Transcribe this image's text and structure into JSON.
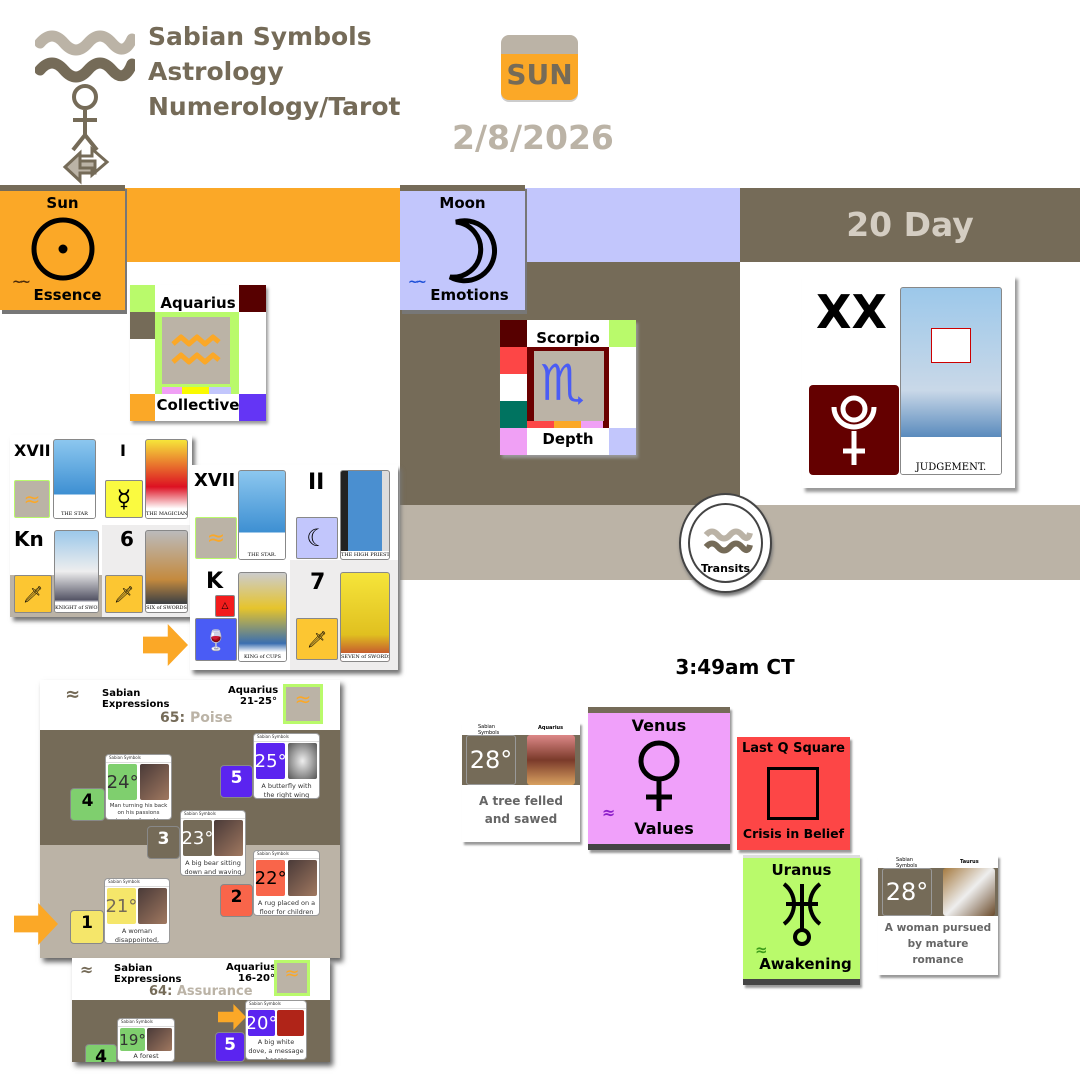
{
  "header": {
    "title_lines": [
      "Sabian Symbols",
      "Astrology",
      "Numerology/Tarot"
    ],
    "weekday": "SUN",
    "date": "2/8/2026",
    "day_count": "20 Day"
  },
  "sun": {
    "name": "Sun",
    "keyword": "Essence",
    "color": "#fba827"
  },
  "moon": {
    "name": "Moon",
    "keyword": "Emotions",
    "color": "#c2c6fc"
  },
  "sun_sign": {
    "sign": "Aquarius",
    "keyword": "Collective"
  },
  "moon_sign": {
    "sign": "Scorpio",
    "keyword": "Depth"
  },
  "day_card": {
    "numeral": "XX",
    "card_name": "JUDGEMENT."
  },
  "tarot_grid_1": [
    {
      "numeral": "XVII",
      "card_name": "THE STAR"
    },
    {
      "numeral": "I",
      "card_name": "THE MAGICIAN"
    },
    {
      "numeral": "Kn",
      "card_name": "KNIGHT of SWORDS"
    },
    {
      "numeral": "6",
      "card_name": "SIX of SWORDS"
    }
  ],
  "tarot_grid_2": [
    {
      "numeral": "XVII",
      "card_name": "THE STAR."
    },
    {
      "numeral": "II",
      "card_name": "THE HIGH PRIESTESS"
    },
    {
      "numeral": "K",
      "card_name": "KING of CUPS"
    },
    {
      "numeral": "7",
      "card_name": "SEVEN of SWORDS"
    }
  ],
  "transits": {
    "label": "Transits",
    "time": "3:49am CT"
  },
  "sabian_panel_1": {
    "title": "Sabian Expressions",
    "sign": "Aquarius",
    "range": "21-25°",
    "number": "65:",
    "theme": "Poise",
    "cards": [
      {
        "deg": "21°",
        "text": "A woman disappointed, disillusioned",
        "n": "1"
      },
      {
        "deg": "22°",
        "text": "A rug placed on a floor for children to play",
        "n": "2"
      },
      {
        "deg": "23°",
        "text": "A big bear sitting down and waving all its paws",
        "n": "3"
      },
      {
        "deg": "24°",
        "text": "Man turning his back on his passions teaches from his experience",
        "n": "4"
      },
      {
        "deg": "25°",
        "text": "A butterfly with the right wing more perfectly formed",
        "n": "5"
      }
    ]
  },
  "sabian_panel_2": {
    "title": "Sabian Expressions",
    "sign": "Aquarius",
    "range": "16-20°",
    "number": "64:",
    "theme": "Assurance",
    "cards": [
      {
        "deg": "19°",
        "text": "A forest",
        "n": "4"
      },
      {
        "deg": "20°",
        "text": "A big white dove, a message bearer",
        "n": "5"
      }
    ]
  },
  "mini_header": {
    "brand": "Sabian Symbols"
  },
  "venus": {
    "name": "Venus",
    "keyword": "Values",
    "sabian_deg": "28°",
    "sabian_sign": "Aquarius",
    "sabian_text": "A tree felled and sawed"
  },
  "aspect": {
    "name": "Last Q Square",
    "keyword": "Crisis in Belief"
  },
  "uranus": {
    "name": "Uranus",
    "keyword": "Awakening",
    "sabian_deg": "28°",
    "sabian_sign": "Taurus",
    "sabian_text": "A woman pursued by mature romance"
  }
}
